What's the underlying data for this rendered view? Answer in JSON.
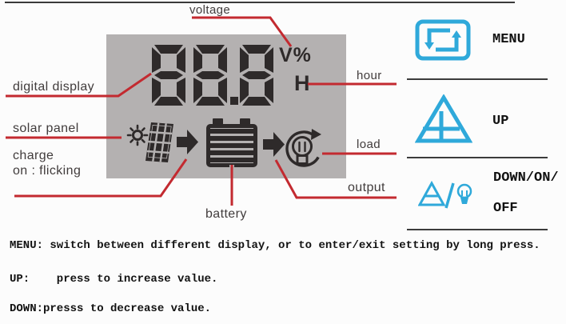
{
  "lcd": {
    "reading": "88.8",
    "unit_top": "V%",
    "unit_bottom": "H",
    "panel_color": "#b4b1b1",
    "segment_color": "#2e2a2a",
    "icons": [
      "sun-icon",
      "solar-panel-icon",
      "arrow-right-icon",
      "battery-icon",
      "arrow-right-icon",
      "load-bulb-icon"
    ]
  },
  "callouts": {
    "line_color": "#c32a30",
    "voltage": "voltage",
    "digital_display": "digital display",
    "solar_panel": "solar panel",
    "charge_line1": "charge",
    "charge_line2": "on : flicking",
    "battery": "battery",
    "output": "output",
    "load": "load",
    "hour": "hour"
  },
  "buttons": {
    "accent_color": "#2fa9da",
    "menu": {
      "icon": "menu-cycle-icon",
      "label": "MENU"
    },
    "up": {
      "icon": "up-plus-triangle-icon",
      "label": "UP"
    },
    "down": {
      "icon": "down-minus-triangle-bulb-icon",
      "label_line1": "DOWN/ON/",
      "label_line2": "OFF"
    }
  },
  "instructions": {
    "menu": "MENU: switch between different display, or to enter/exit setting by long press.",
    "up": "UP:    press to increase value.",
    "down": "DOWN:presss to decrease value."
  }
}
